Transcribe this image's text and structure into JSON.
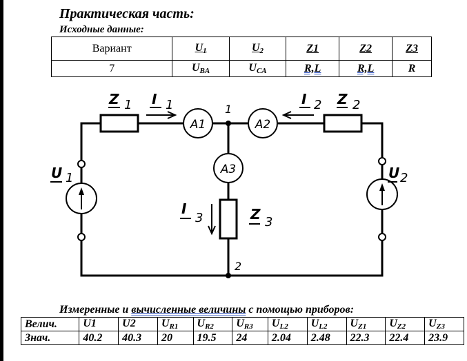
{
  "heading": {
    "title": "Практическая часть:",
    "subtitle": "Исходные данные:"
  },
  "input_table": {
    "headers": [
      {
        "main": "Вариант",
        "sub": ""
      },
      {
        "main": "U",
        "sub": "1"
      },
      {
        "main": "U",
        "sub": "2"
      },
      {
        "main": "Z1",
        "sub": ""
      },
      {
        "main": "Z2",
        "sub": ""
      },
      {
        "main": "Z3",
        "sub": ""
      }
    ],
    "row": [
      {
        "main": "7",
        "sub": ""
      },
      {
        "main": "U",
        "sub": "BA"
      },
      {
        "main": "U",
        "sub": "CA"
      },
      {
        "main": "R,L",
        "sub": ""
      },
      {
        "main": "R,L",
        "sub": ""
      },
      {
        "main": "R",
        "sub": ""
      }
    ]
  },
  "circuit": {
    "labels": {
      "z1": {
        "main": "Z",
        "sub": "1"
      },
      "i1": {
        "main": "I",
        "sub": "1"
      },
      "node1": "1",
      "i2": {
        "main": "I",
        "sub": "2"
      },
      "z2": {
        "main": "Z",
        "sub": "2"
      },
      "a1": "A1",
      "a2": "A2",
      "a3": "A3",
      "u1": {
        "main": "U",
        "sub": "1"
      },
      "u2": {
        "main": "U",
        "sub": "2"
      },
      "i3": {
        "main": "I",
        "sub": "3"
      },
      "z3": {
        "main": "Z",
        "sub": "3"
      },
      "node2": "2"
    }
  },
  "measurements": {
    "caption_part1": "Измеренные и ",
    "caption_part2": "вычисленные",
    "caption_part3": "  величины",
    "caption_part4": " с помощью  приборов:",
    "row_header_label": "Велич.",
    "row_values_label": "Знач.",
    "columns": [
      {
        "main": "U1",
        "sub": "",
        "value": "40.2"
      },
      {
        "main": "U2",
        "sub": "",
        "value": "40.3"
      },
      {
        "main": "U",
        "sub": "R1",
        "value": "20"
      },
      {
        "main": "U",
        "sub": "R2",
        "value": "19.5"
      },
      {
        "main": "U",
        "sub": "R3",
        "value": "24"
      },
      {
        "main": "U",
        "sub": "L2",
        "value": "2.04"
      },
      {
        "main": "U",
        "sub": "L2",
        "value": "2.48"
      },
      {
        "main": "U",
        "sub": "Z1",
        "value": "22.3"
      },
      {
        "main": "U",
        "sub": "Z2",
        "value": "22.4"
      },
      {
        "main": "U",
        "sub": "Z3",
        "value": "23.9"
      }
    ]
  }
}
